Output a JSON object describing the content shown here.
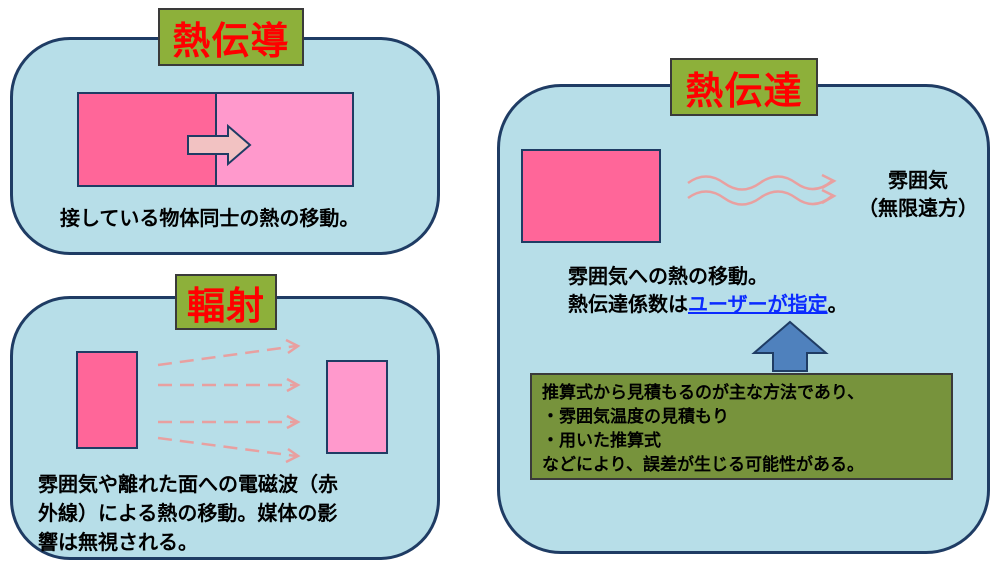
{
  "conduction": {
    "title": "熱伝導",
    "caption": "接している物体同士の熱の移動。"
  },
  "radiation": {
    "title": "輻射",
    "caption_line1": "雰囲気や離れた面への電磁波（赤",
    "caption_line2": "外線）による熱の移動。媒体の影",
    "caption_line3": "響は無視される。"
  },
  "transfer": {
    "title": "熱伝達",
    "ambient_line1": "雰囲気",
    "ambient_line2": "（無限遠方）",
    "desc_line1": "雰囲気への熱の移動。",
    "desc_line2_prefix": "熱伝達係数は",
    "desc_line2_link": "ユーザーが指定",
    "desc_line2_suffix": "。",
    "note": {
      "line1": "推算式から見積もるのが主な方法であり、",
      "line2": "・雰囲気温度の見積もり",
      "line3": "・用いた推算式",
      "line4": "などにより、誤差が生じる可能性がある。"
    }
  },
  "colors": {
    "panel": "#b7dee8",
    "title_bg": "#8db03a",
    "title_text": "#ff0000",
    "hot_body": "#ff6699",
    "cool_body": "#ff99cc",
    "arrow": "#e8a0a0",
    "link": "#0b2bff"
  }
}
